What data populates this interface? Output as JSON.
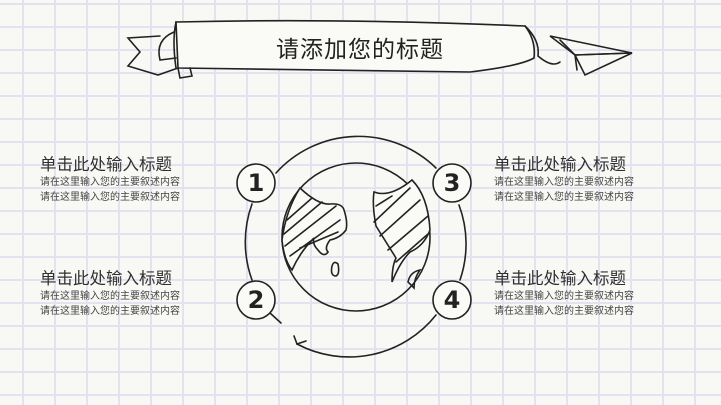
{
  "slide_title": "请添加您的标题",
  "items": [
    {
      "number": "1",
      "title": "单击此处输入标题",
      "desc1": "请在这里输入您的主要叙述内容",
      "desc2": "请在这里输入您的主要叙述内容"
    },
    {
      "number": "2",
      "title": "单击此处输入标题",
      "desc1": "请在这里输入您的主要叙述内容",
      "desc2": "请在这里输入您的主要叙述内容"
    },
    {
      "number": "3",
      "title": "单击此处输入标题",
      "desc1": "请在这里输入您的主要叙述内容",
      "desc2": "请在这里输入您的主要叙述内容"
    },
    {
      "number": "4",
      "title": "单击此处输入标题",
      "desc1": "请在这里输入您的主要叙述内容",
      "desc2": "请在这里输入您的主要叙述内容"
    }
  ]
}
